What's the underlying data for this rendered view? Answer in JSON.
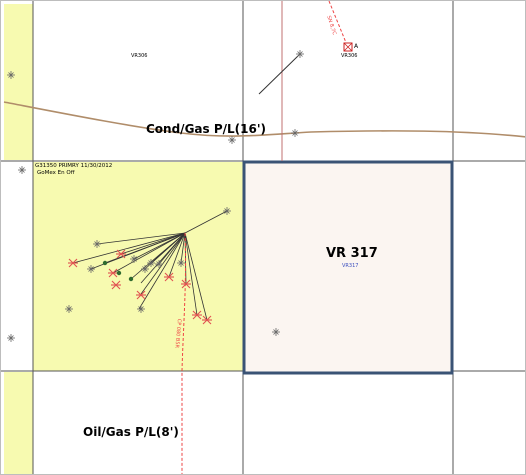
{
  "colors": {
    "lease_fill": "#f7fab0",
    "highlight_fill": "#fbf5f1",
    "highlight_border": "#3a5375",
    "pipeline": "#b08d6a",
    "grid_line": "#555555",
    "well_path": "#333333",
    "dry_hole": "#e05050",
    "directional_path": "#ee4444"
  },
  "icons": {
    "well": "well-symbol-icon",
    "dry_hole": "dry-hole-icon",
    "producing_well": "producing-well-icon"
  },
  "pipelines": {
    "cond_gas_label": "Cond/Gas P/L(16')",
    "oil_gas_label": "Oil/Gas P/L(8')"
  },
  "blocks": {
    "vr306_label_1": "VR306",
    "vr306_label_2": "VR306",
    "vr317_title": "VR 317",
    "vr317_subtitle": "VR317"
  },
  "lease": {
    "line1": "G31350 PRIMRY 11/30/2012",
    "line2": "GoMex En Off"
  },
  "well_path_labels": {
    "top_path": "SN 8,7C",
    "bottom_path": "CP 080 B5R"
  }
}
